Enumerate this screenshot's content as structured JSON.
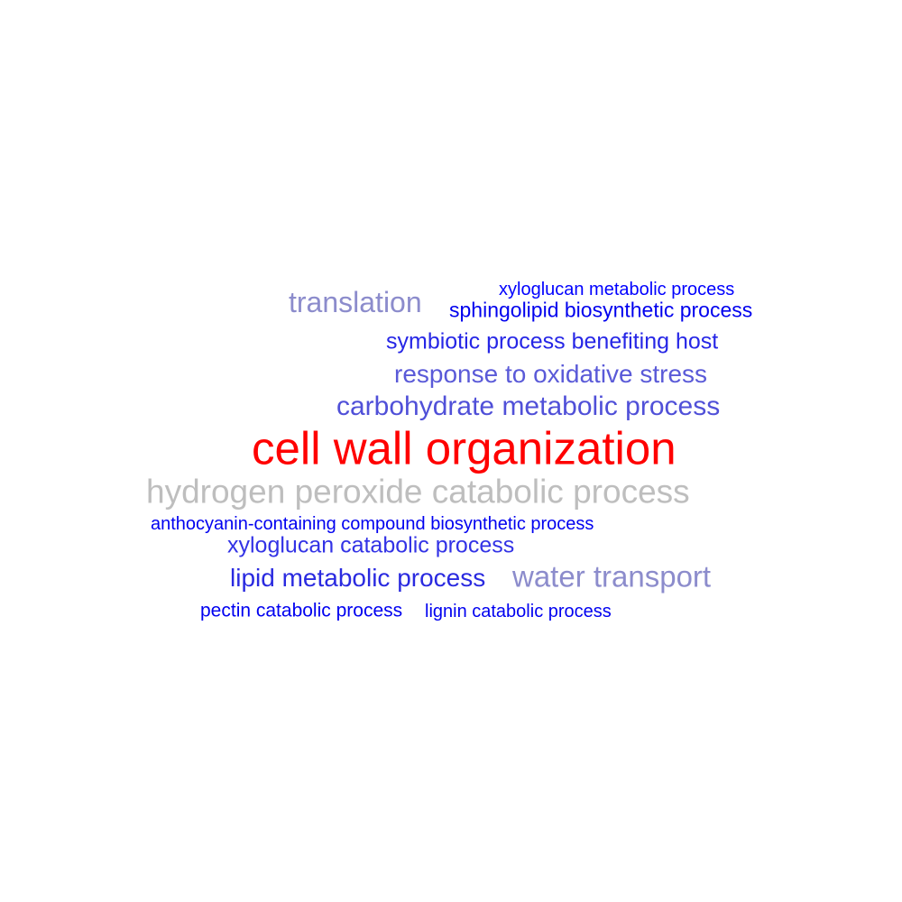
{
  "terms": [
    {
      "key": "translation",
      "text": "translation",
      "color": "#8c8ccc"
    },
    {
      "key": "xyloglucan_metabolic",
      "text": "xyloglucan metabolic process",
      "color": "#0000ff"
    },
    {
      "key": "sphingolipid",
      "text": "sphingolipid biosynthetic process",
      "color": "#0000ee"
    },
    {
      "key": "symbiotic",
      "text": "symbiotic process benefiting host",
      "color": "#2626e6"
    },
    {
      "key": "oxidative",
      "text": "response to oxidative stress",
      "color": "#5a5ad8"
    },
    {
      "key": "carbohydrate",
      "text": "carbohydrate metabolic process",
      "color": "#5050d8"
    },
    {
      "key": "cell_wall",
      "text": "cell wall organization",
      "color": "#ff0000"
    },
    {
      "key": "hydrogen_peroxide",
      "text": "hydrogen peroxide catabolic process",
      "color": "#bebebe"
    },
    {
      "key": "anthocyanin",
      "text": "anthocyanin-containing compound biosynthetic process",
      "color": "#0000f0"
    },
    {
      "key": "xyloglucan_catabolic",
      "text": "xyloglucan catabolic process",
      "color": "#3232e6"
    },
    {
      "key": "lipid",
      "text": "lipid metabolic process",
      "color": "#2a2ae0"
    },
    {
      "key": "water_transport",
      "text": "water transport",
      "color": "#8c8ccc"
    },
    {
      "key": "pectin",
      "text": "pectin catabolic process",
      "color": "#0000f0"
    },
    {
      "key": "lignin",
      "text": "lignin catabolic process",
      "color": "#0000f0"
    }
  ]
}
